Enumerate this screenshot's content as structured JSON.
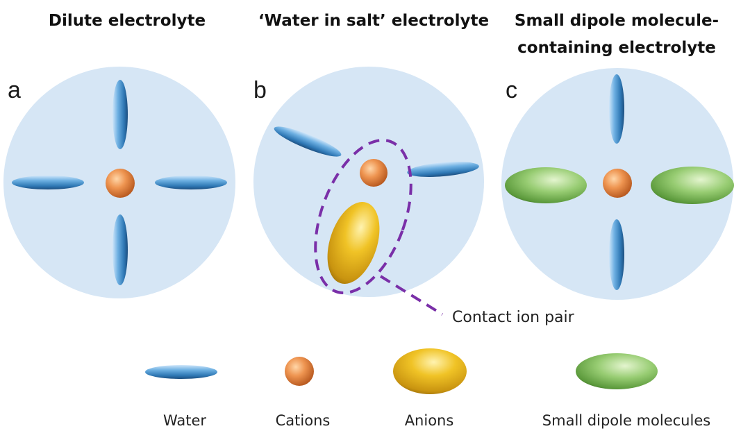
{
  "panels": [
    {
      "letter": "a",
      "title_lines": [
        "Dilute electrolyte"
      ]
    },
    {
      "letter": "b",
      "title_lines": [
        "‘Water in salt’ electrolyte"
      ]
    },
    {
      "letter": "c",
      "title_lines": [
        "Small dipole molecule-",
        "containing electrolyte"
      ]
    }
  ],
  "annotation": {
    "label": "Contact ion pair"
  },
  "legend": [
    {
      "label": "Water",
      "icon": "water-molecule-icon"
    },
    {
      "label": "Cations",
      "icon": "cation-icon"
    },
    {
      "label": "Anions",
      "icon": "anion-icon"
    },
    {
      "label": "Small dipole molecules",
      "icon": "dipole-molecule-icon"
    }
  ],
  "colors": {
    "solvation_sphere": "#d6e6f5",
    "water": "#4a90c8",
    "cation": "#e08a45",
    "anion": "#e0b020",
    "dipole_molecule": "#7bb65a",
    "contact_ion_pair_outline": "#7a2fa8"
  }
}
